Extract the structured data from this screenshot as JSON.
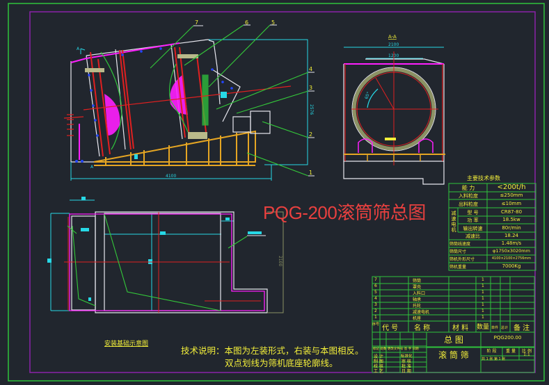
{
  "drawing": {
    "title": "PQG-200滚筒筛总图",
    "colors": {
      "background": "#21262e",
      "outer_frame": "#2fc43c",
      "inner_frame": "#8a22a8",
      "centerline": "#e02020",
      "dimension": "#27d8e6",
      "leader": "#34c93a",
      "base_frame": "#e6a623",
      "drum": "#ff1fff",
      "text": "#f2ee3a",
      "title": "#e8403f"
    }
  },
  "front_view": {
    "overall_length": "4100",
    "overall_height": "2576",
    "section_marker_top": "A",
    "section_marker_bottom": "A",
    "callouts": [
      "1",
      "2",
      "3",
      "4",
      "5",
      "6",
      "7"
    ]
  },
  "section_view": {
    "label": "A-A",
    "width_outer": "2100",
    "width_inner": "1200",
    "angle": "65°"
  },
  "plan_view": {
    "height_dim": "2100",
    "caption": "安装基础示意图"
  },
  "tech_params": {
    "title": "主要技术参数",
    "rows": [
      {
        "label": "能   力",
        "value": "<200t/h"
      },
      {
        "label": "入料粒度",
        "value": "≤250mm"
      },
      {
        "label": "出料粒度",
        "value": "≤10mm"
      },
      {
        "label": "型   号",
        "value": "CR87-80",
        "group": "减速电机"
      },
      {
        "label": "功   率",
        "value": "18.5kw",
        "group": "减速电机"
      },
      {
        "label": "输出转速",
        "value": "80r/min",
        "group": "减速电机"
      },
      {
        "label": "减速比",
        "value": "18.24",
        "group": "减速电机"
      },
      {
        "label": "筛筒线速度",
        "value": "1.48m/s"
      },
      {
        "label": "筛筒尺寸",
        "value": "φ1750x3020mm"
      },
      {
        "label": "筛机外形尺寸",
        "value": "4100×2100×2756mm"
      },
      {
        "label": "筛机重量",
        "value": "7000Kg"
      }
    ],
    "group_label": "减速电机"
  },
  "parts_list": {
    "rows": [
      {
        "no": "7",
        "name": "筛筒",
        "qty": "1"
      },
      {
        "no": "6",
        "name": "罩壳",
        "qty": "1"
      },
      {
        "no": "5",
        "name": "入料口",
        "qty": "1"
      },
      {
        "no": "4",
        "name": "轴承",
        "qty": "1"
      },
      {
        "no": "3",
        "name": "托轮",
        "qty": "1"
      },
      {
        "no": "2",
        "name": "减速电机",
        "qty": "1"
      },
      {
        "no": "1",
        "name": "机座",
        "qty": "1"
      }
    ],
    "header": {
      "seq": "序号",
      "code": "代 号",
      "name": "名 称",
      "material": "材 料",
      "qty": "数量",
      "unit_weight": "单件",
      "total_weight": "总计",
      "remark": "备 注"
    }
  },
  "title_block": {
    "drawing_type": "总 图",
    "drawing_no": "PQG200.00",
    "product_name": "滚 筒 筛",
    "stage_label": "阶 段",
    "weight_label": "重 量",
    "scale_label": "比 例",
    "scale_value": "1:1",
    "sheet_label": "共 1 张  第 1 张",
    "sign_rows": [
      "标记 处数 更改文件号 签 字 日期",
      "设 计",
      "制 图",
      "校 核",
      "工 艺"
    ],
    "sign_right": [
      "标准化",
      "审 核",
      "批 准",
      "日 期"
    ]
  },
  "technical_notes": {
    "line1": "技术说明：本图为左装形式，右装与本图相反。",
    "line2": "双点划线为筛机底座轮廓线。"
  }
}
